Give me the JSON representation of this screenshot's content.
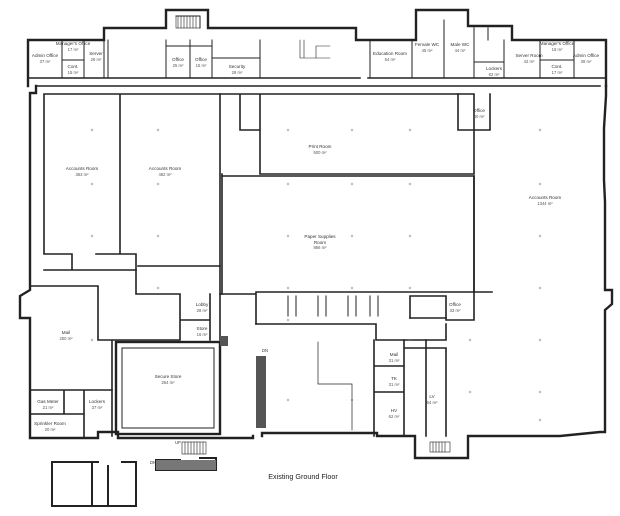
{
  "title": "Existing Ground Floor",
  "rooms": [
    {
      "id": "admin-office-left",
      "name": "Admin Office",
      "area": "37 m²"
    },
    {
      "id": "managers-office-left",
      "name": "Manager's Office",
      "area": "17 m²"
    },
    {
      "id": "cont-left",
      "name": "Cont.",
      "area": "15 m²"
    },
    {
      "id": "server-left",
      "name": "Server",
      "area": "26 m²"
    },
    {
      "id": "office-a",
      "name": "Office",
      "area": "25 m²"
    },
    {
      "id": "office-b",
      "name": "Office",
      "area": "15 m²"
    },
    {
      "id": "security",
      "name": "Security",
      "area": "28 m²"
    },
    {
      "id": "education-room",
      "name": "Education Room",
      "area": "54 m²"
    },
    {
      "id": "female-wc",
      "name": "Female WC",
      "area": "45 m²"
    },
    {
      "id": "male-wc",
      "name": "Male WC",
      "area": "44 m²"
    },
    {
      "id": "lockers-top",
      "name": "Lockers",
      "area": "62 m²"
    },
    {
      "id": "server-room-right",
      "name": "Server Room",
      "area": "42 m²"
    },
    {
      "id": "managers-office-right",
      "name": "Manager's Office",
      "area": "18 m²"
    },
    {
      "id": "cont-right",
      "name": "Cont.",
      "area": "17 m²"
    },
    {
      "id": "admin-office-right",
      "name": "Admin Office",
      "area": "38 m²"
    },
    {
      "id": "office-right",
      "name": "Office",
      "area": "40 m²"
    },
    {
      "id": "accounts-room-1",
      "name": "Accounts Room",
      "area": "363 m²"
    },
    {
      "id": "accounts-room-2",
      "name": "Accounts Room",
      "area": "482 m²"
    },
    {
      "id": "print-room",
      "name": "Print Room",
      "area": "500 m²"
    },
    {
      "id": "paper-supplies",
      "name": "Paper Supplies Room",
      "area": "866 m²"
    },
    {
      "id": "accounts-room-big",
      "name": "Accounts Room",
      "area": "1344 m²"
    },
    {
      "id": "mail-left",
      "name": "Mail",
      "area": "250 m²"
    },
    {
      "id": "lobby",
      "name": "Lobby",
      "area": "28 m²"
    },
    {
      "id": "store",
      "name": "Store",
      "area": "16 m²"
    },
    {
      "id": "office-mid",
      "name": "Office",
      "area": "33 m²"
    },
    {
      "id": "secure-store",
      "name": "Secure Store",
      "area": "264 m²"
    },
    {
      "id": "gas-meter",
      "name": "Gas Meter",
      "area": "21 m²"
    },
    {
      "id": "lockers-bottom",
      "name": "Lockers",
      "area": "37 m²"
    },
    {
      "id": "sprinkler-room",
      "name": "Sprinkler Room",
      "area": "20 m²"
    },
    {
      "id": "mail-right",
      "name": "Mail",
      "area": "31 m²"
    },
    {
      "id": "tk",
      "name": "TK",
      "area": "31 m²"
    },
    {
      "id": "hv",
      "name": "HV",
      "area": "62 m²"
    },
    {
      "id": "lv",
      "name": "LV",
      "area": "64 m²"
    }
  ],
  "tags": {
    "dn": "DN",
    "up": "UP",
    "dn2": "DN"
  }
}
